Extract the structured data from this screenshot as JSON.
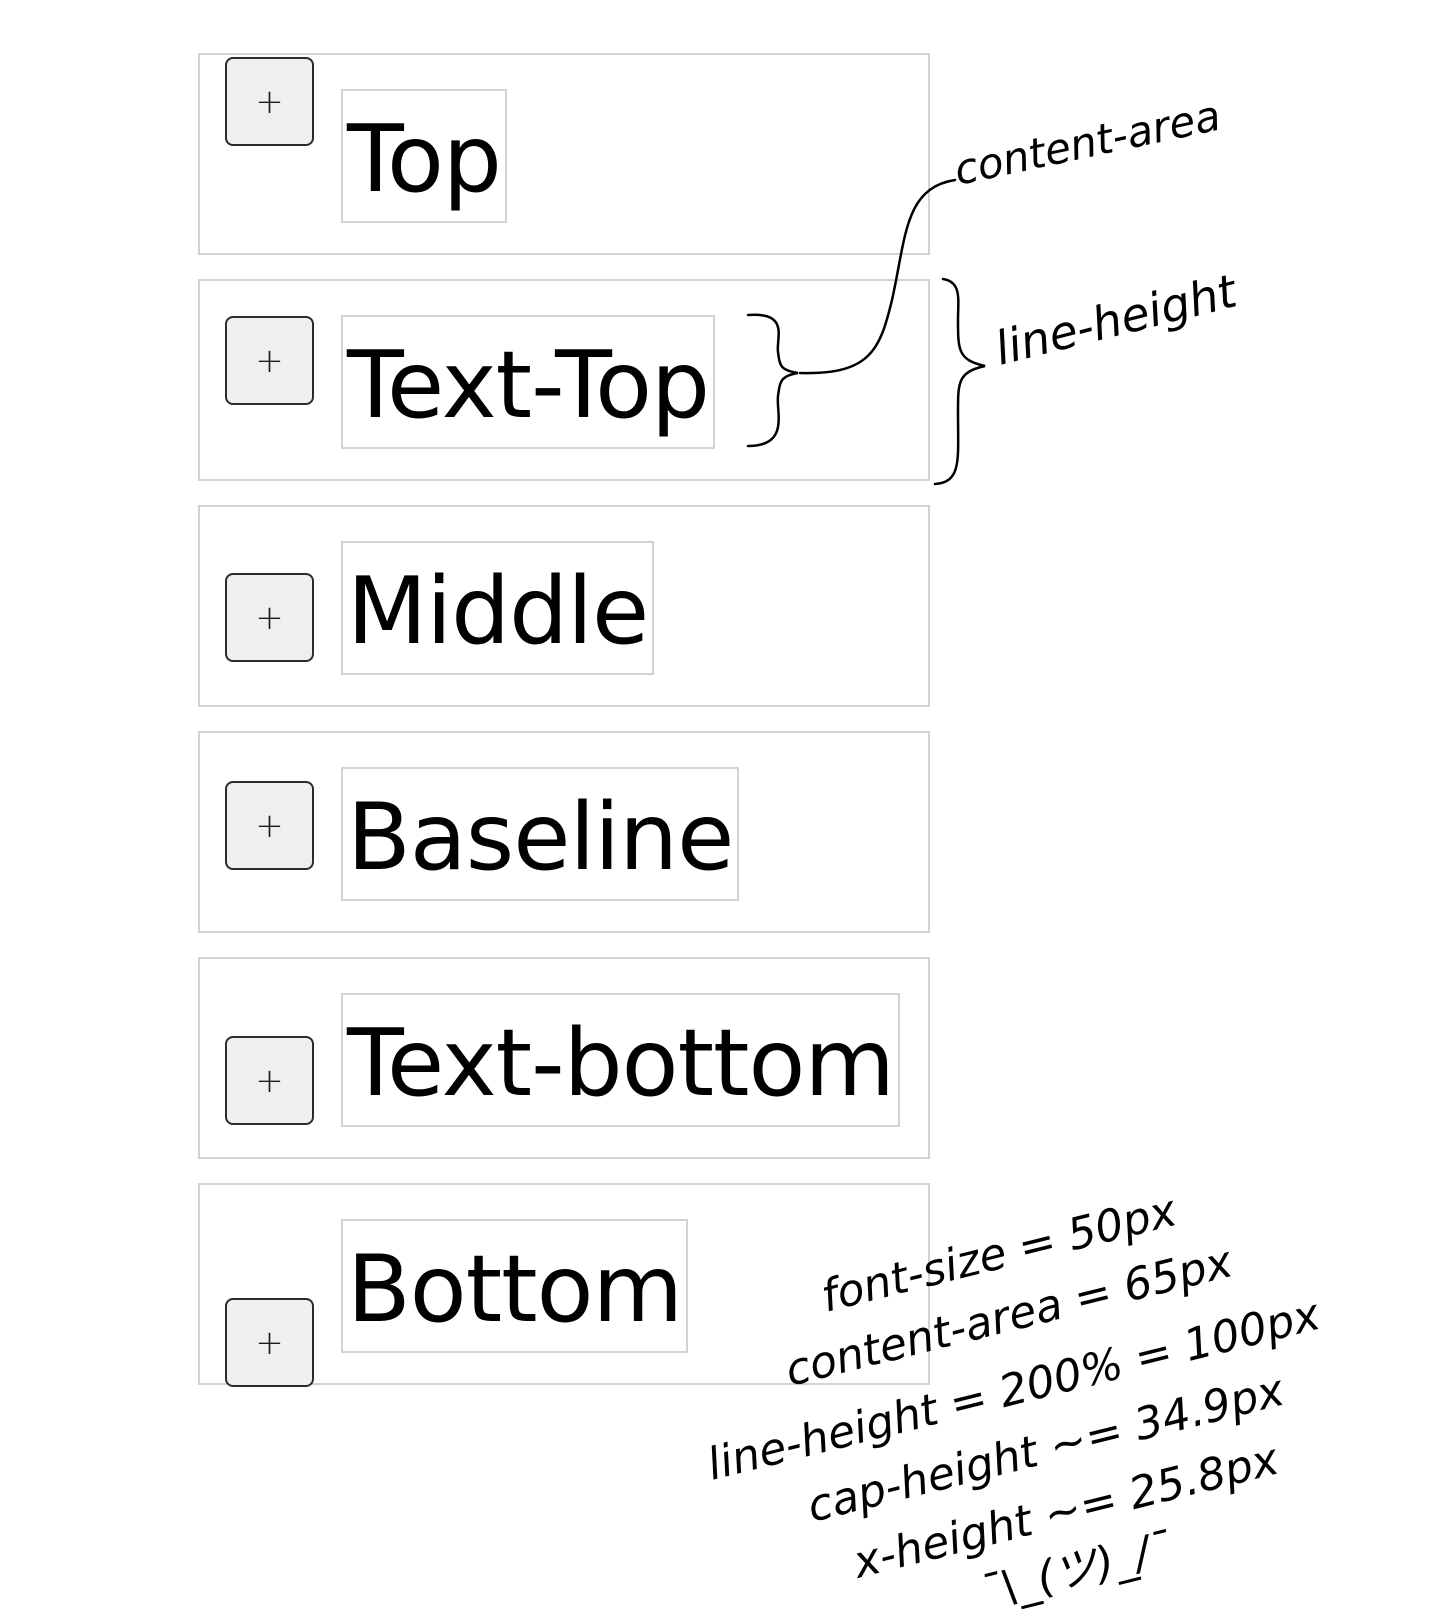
{
  "rows": [
    {
      "label": "Top",
      "button": "+"
    },
    {
      "label": "Text-Top",
      "button": "+"
    },
    {
      "label": "Middle",
      "button": "+"
    },
    {
      "label": "Baseline",
      "button": "+"
    },
    {
      "label": "Text-bottom",
      "button": "+"
    },
    {
      "label": "Bottom",
      "button": "+"
    }
  ],
  "annotations": {
    "content_area": "content-area",
    "line_height": "line-height",
    "notes": [
      "font-size = 50px",
      "content-area = 65px",
      "line-height = 200% = 100px",
      "cap-height ~= 34.9px",
      "x-height ~= 25.8px",
      "¯\\_(ツ)_/¯"
    ]
  }
}
